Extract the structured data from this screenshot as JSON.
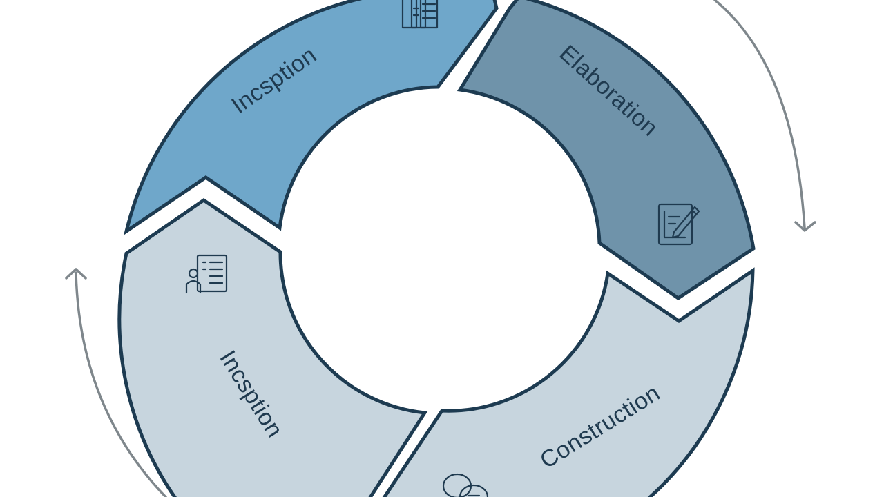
{
  "diagram": {
    "segments": [
      {
        "id": "top-left",
        "label": "Incsption",
        "color": "#6fa7ca",
        "icon": "document-stack-icon"
      },
      {
        "id": "top-right",
        "label": "Elaboration",
        "color": "#6f93aa",
        "icon": "blueprint-pencil-icon"
      },
      {
        "id": "bottom-right",
        "label": "Construction",
        "color": "#c7d5de",
        "icon": "speech-bubbles-icon"
      },
      {
        "id": "bottom-left",
        "label": "Incsption",
        "color": "#c7d5de",
        "icon": "checklist-person-icon"
      }
    ],
    "outline_color": "#1d3b51",
    "arrow_color": "#7f878c"
  }
}
